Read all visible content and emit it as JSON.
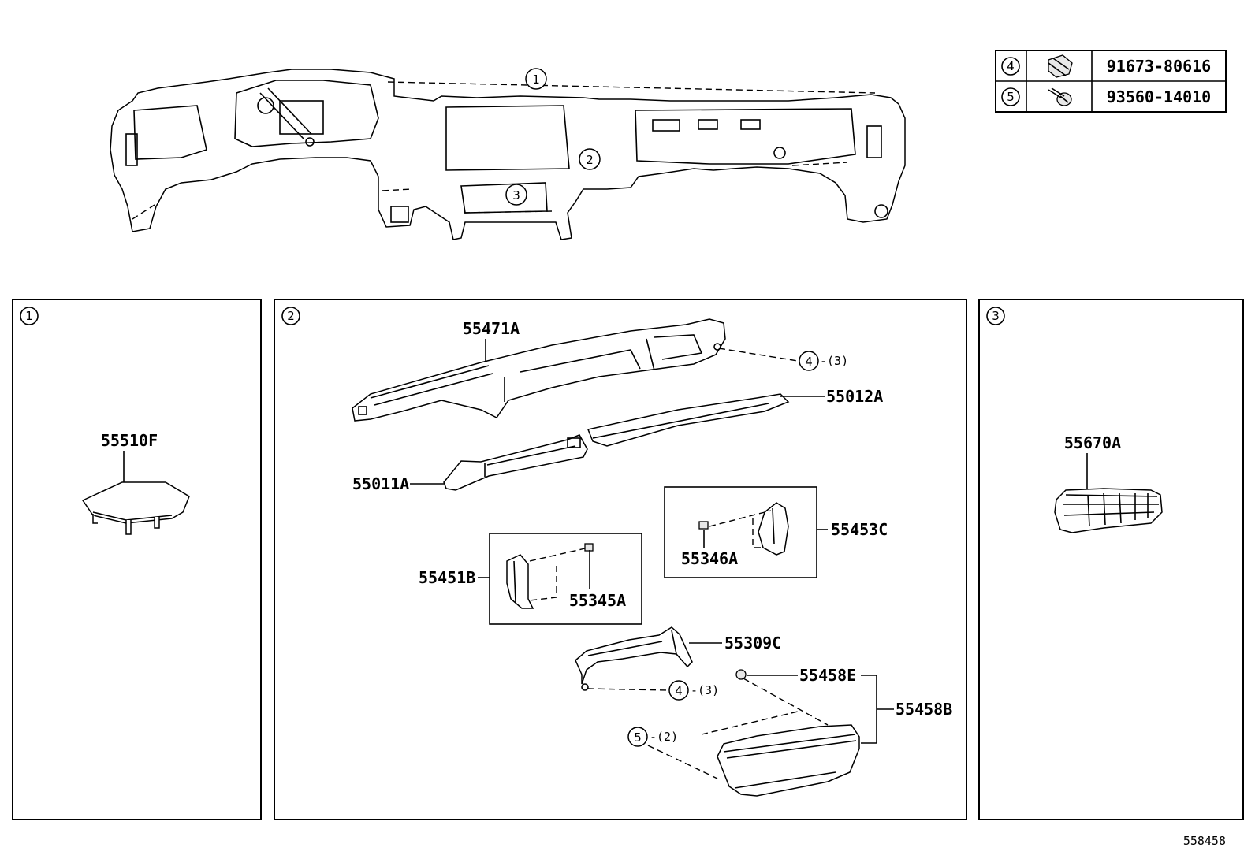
{
  "fastener_table": {
    "rows": [
      {
        "callout": "4",
        "part_no": "91673-80616",
        "icon": "bolt-with-washer-icon"
      },
      {
        "callout": "5",
        "part_no": "93560-14010",
        "icon": "screw-icon"
      }
    ]
  },
  "overview": {
    "callouts": [
      "1",
      "2",
      "3"
    ]
  },
  "panels": [
    {
      "id": "1",
      "parts": [
        {
          "part_no": "55510F"
        }
      ]
    },
    {
      "id": "2",
      "parts": [
        {
          "part_no": "55471A"
        },
        {
          "part_no": "55012A"
        },
        {
          "part_no": "55011A"
        },
        {
          "part_no": "55453C"
        },
        {
          "part_no": "55346A"
        },
        {
          "part_no": "55451B"
        },
        {
          "part_no": "55345A"
        },
        {
          "part_no": "55309C"
        },
        {
          "part_no": "55458E"
        },
        {
          "part_no": "55458B"
        }
      ],
      "fastener_refs": [
        {
          "callout": "4",
          "qty": "-(3)"
        },
        {
          "callout": "4",
          "qty": "-(3)"
        },
        {
          "callout": "5",
          "qty": "-(2)"
        }
      ]
    },
    {
      "id": "3",
      "parts": [
        {
          "part_no": "55670A"
        }
      ]
    }
  ],
  "diagram_id": "558458"
}
